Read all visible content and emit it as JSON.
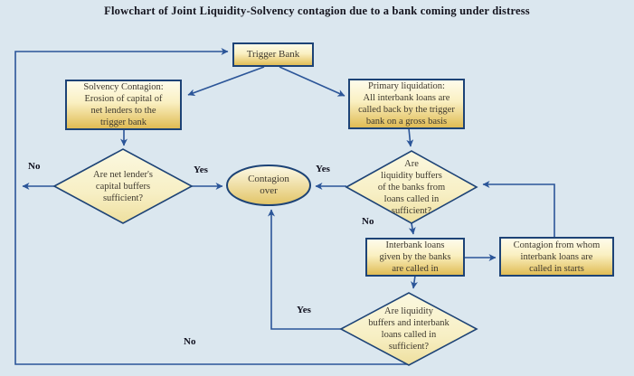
{
  "title": "Flowchart of Joint Liquidity-Solvency contagion due to a bank coming under distress",
  "nodes": {
    "trigger_bank": "Trigger Bank",
    "solvency_contagion": "Solvency Contagion:\nErosion of capital of\nnet lenders to the\ntrigger bank",
    "primary_liquidation": "Primary liquidation:\nAll interbank loans are\ncalled back by the trigger\nbank on a gross basis",
    "net_lenders_decision": "Are net lender's\ncapital buffers\nsufficient?",
    "contagion_over": "Contagion\nover",
    "liquidity_buffers_decision": "Are\nliquidity buffers\nof the banks from\nloans called in\nsufficient?",
    "interbank_loans_called": "Interbank loans\ngiven by the banks\nare called in",
    "contagion_starts": "Contagion from whom\ninterbank loans are\ncalled in starts",
    "final_decision": "Are liquidity\nbuffers and interbank\nloans called in\nsufficient?"
  },
  "edge_labels": {
    "no_net_lenders": "No",
    "yes_net_lenders": "Yes",
    "yes_liquidity": "Yes",
    "no_liquidity": "No",
    "yes_final": "Yes",
    "no_final": "No"
  },
  "colors": {
    "background": "#dbe7ef",
    "node_border": "#1d4376",
    "arrow": "#2b5598",
    "box_fill_top": "#fefced",
    "box_fill_bottom": "#dfba50",
    "diamond_fill_top": "#fbf8e0",
    "diamond_fill_bottom": "#eedf9e",
    "text": "#3e392f",
    "label_text": "#10101e"
  }
}
